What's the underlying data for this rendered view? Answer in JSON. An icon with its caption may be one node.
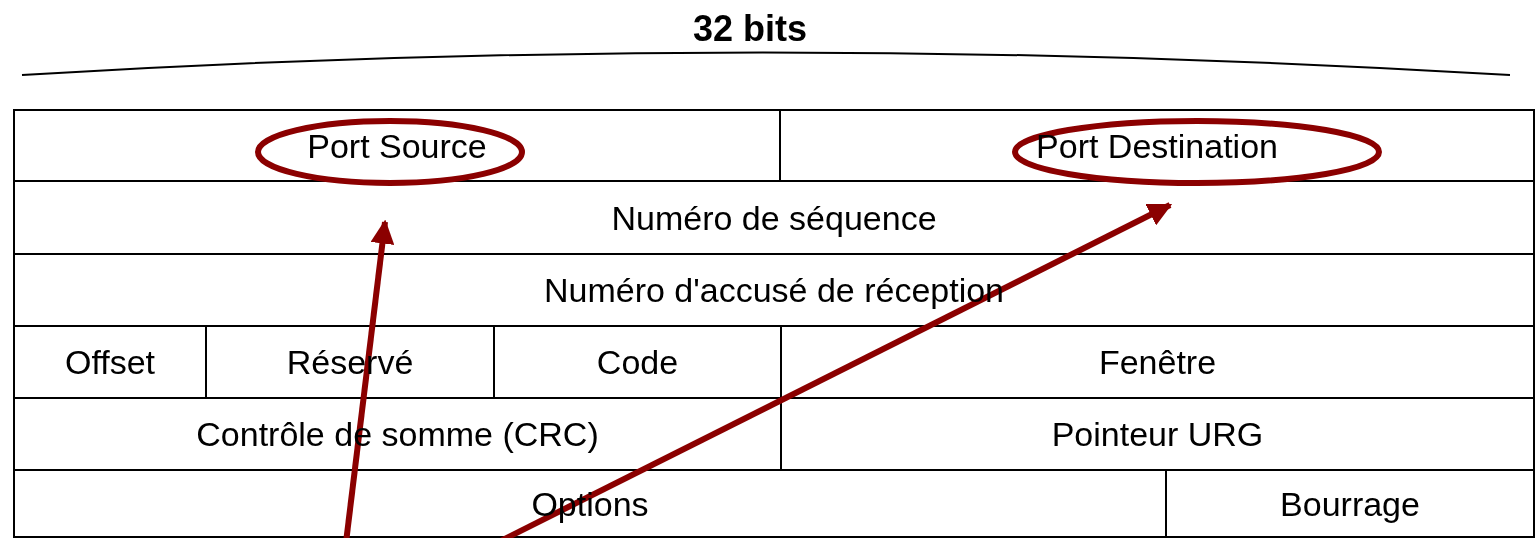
{
  "diagram": {
    "nodes": [
      {
        "text": [
          "Port Source"
        ]
      },
      {
        "text": [
          "Port Destination"
        ]
      },
      {
        "text": [
          "Numéro de séquence"
        ]
      },
      {
        "text": [
          "Numéro d'accusé de réception"
        ]
      },
      {
        "text": [
          "Offset"
        ]
      },
      {
        "text": [
          "Réservé"
        ]
      },
      {
        "text": [
          "Code"
        ]
      },
      {
        "text": [
          "Fenêtre"
        ]
      },
      {
        "text": [
          "Contrôle de somme (CRC)"
        ]
      },
      {
        "text": [
          "Pointeur URG"
        ]
      },
      {
        "text": [
          "Options"
        ]
      },
      {
        "text": [
          "Bourrage"
        ]
      }
    ],
    "edges": [
      {
        "from": null,
        "to": 0,
        "arrow": "to"
      },
      {
        "from": null,
        "to": 1,
        "arrow": "to"
      }
    ],
    "labels": [
      "32 bits"
    ]
  }
}
